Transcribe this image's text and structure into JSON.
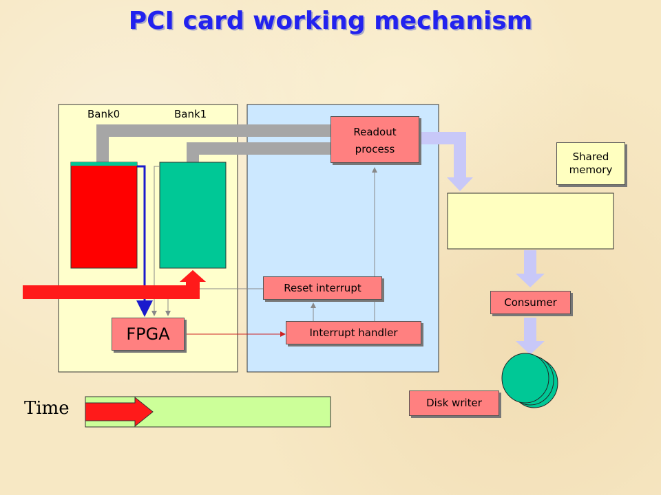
{
  "title": "PCI card working mechanism",
  "pci_card": {
    "bank0_label": "Bank0",
    "bank1_label": "Bank1",
    "fpga_label": "FPGA"
  },
  "host": {
    "readout_line1": "Readout",
    "readout_line2": "process",
    "reset_interrupt_label": "Reset interrupt",
    "interrupt_handler_label": "Interrupt handler"
  },
  "shared_memory": {
    "line1": "Shared",
    "line2": "memory"
  },
  "consumer_label": "Consumer",
  "disk_writer_label": "Disk writer",
  "time_label": "Time",
  "colors": {
    "title": "#2222ee",
    "bank0": "#ff0000",
    "bank1": "#00c896",
    "pci_panel": "#ffffcc",
    "host_panel": "#cce8ff",
    "process_box": "#ff8080",
    "flow_arrow": "#c8c8f8",
    "bus": "#a6a6a6",
    "timeline": "#ccff99"
  }
}
